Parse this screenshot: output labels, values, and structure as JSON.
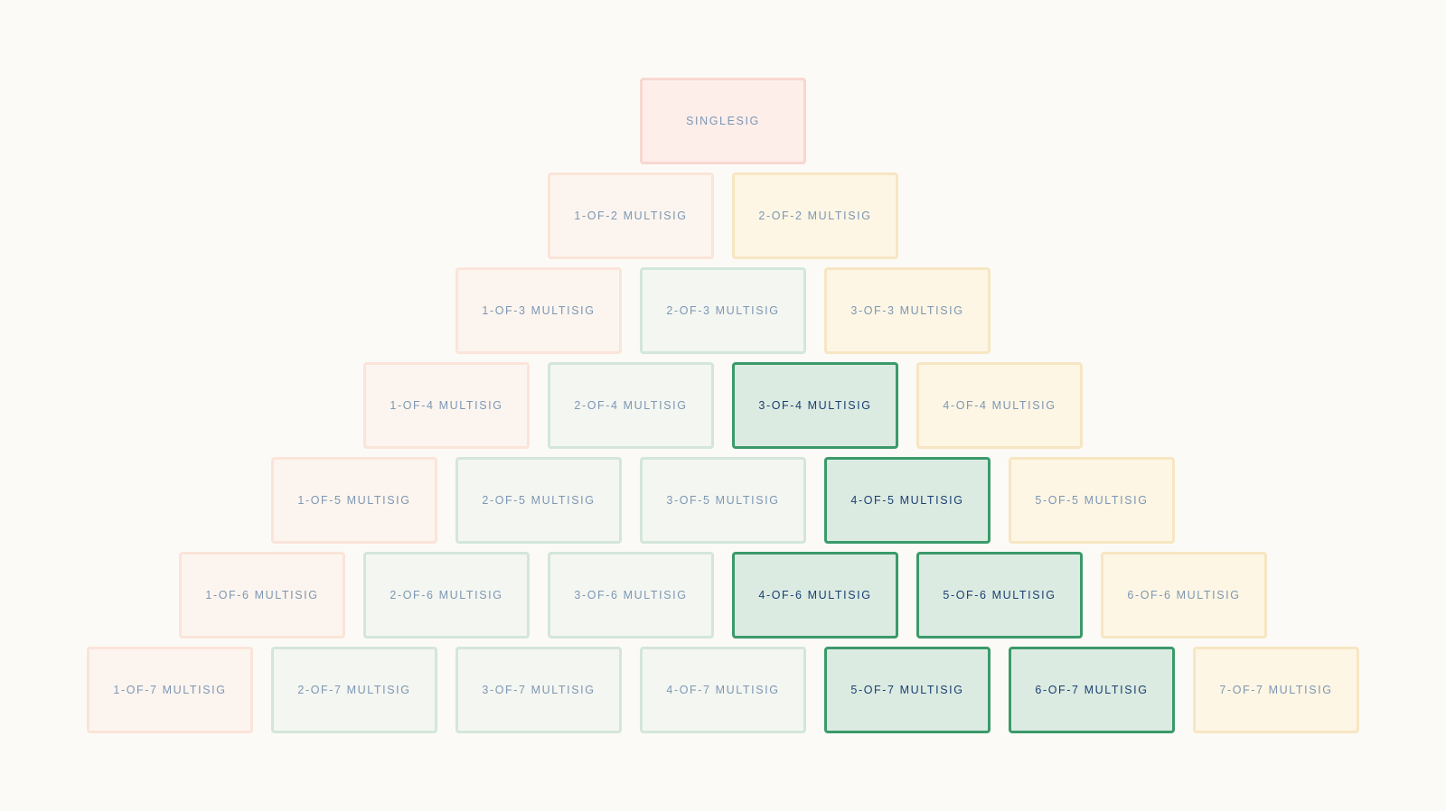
{
  "pyramid": {
    "rows": [
      {
        "cells": [
          {
            "label": "SINGLESIG",
            "tone": "single"
          }
        ]
      },
      {
        "cells": [
          {
            "label": "1-OF-2 MULTISIG",
            "tone": "low"
          },
          {
            "label": "2-OF-2 MULTISIG",
            "tone": "full"
          }
        ]
      },
      {
        "cells": [
          {
            "label": "1-OF-3 MULTISIG",
            "tone": "low"
          },
          {
            "label": "2-OF-3 MULTISIG",
            "tone": "mid"
          },
          {
            "label": "3-OF-3 MULTISIG",
            "tone": "full"
          }
        ]
      },
      {
        "cells": [
          {
            "label": "1-OF-4 MULTISIG",
            "tone": "low"
          },
          {
            "label": "2-OF-4 MULTISIG",
            "tone": "mid"
          },
          {
            "label": "3-OF-4 MULTISIG",
            "tone": "high"
          },
          {
            "label": "4-OF-4 MULTISIG",
            "tone": "full"
          }
        ]
      },
      {
        "cells": [
          {
            "label": "1-OF-5 MULTISIG",
            "tone": "low"
          },
          {
            "label": "2-OF-5 MULTISIG",
            "tone": "mid"
          },
          {
            "label": "3-OF-5 MULTISIG",
            "tone": "mid"
          },
          {
            "label": "4-OF-5 MULTISIG",
            "tone": "high"
          },
          {
            "label": "5-OF-5 MULTISIG",
            "tone": "full"
          }
        ]
      },
      {
        "cells": [
          {
            "label": "1-OF-6 MULTISIG",
            "tone": "low"
          },
          {
            "label": "2-OF-6 MULTISIG",
            "tone": "mid"
          },
          {
            "label": "3-OF-6 MULTISIG",
            "tone": "mid"
          },
          {
            "label": "4-OF-6 MULTISIG",
            "tone": "high"
          },
          {
            "label": "5-OF-6 MULTISIG",
            "tone": "high"
          },
          {
            "label": "6-OF-6 MULTISIG",
            "tone": "full"
          }
        ]
      },
      {
        "cells": [
          {
            "label": "1-OF-7 MULTISIG",
            "tone": "low"
          },
          {
            "label": "2-OF-7 MULTISIG",
            "tone": "mid"
          },
          {
            "label": "3-OF-7 MULTISIG",
            "tone": "mid"
          },
          {
            "label": "4-OF-7 MULTISIG",
            "tone": "mid"
          },
          {
            "label": "5-OF-7 MULTISIG",
            "tone": "high"
          },
          {
            "label": "6-OF-7 MULTISIG",
            "tone": "high"
          },
          {
            "label": "7-OF-7 MULTISIG",
            "tone": "full"
          }
        ]
      }
    ]
  },
  "colors": {
    "background": "#fcfaf6",
    "single": "#fdeeea",
    "low": "#fcf5ef",
    "mid": "#f4f6f1",
    "high": "#dcebe1",
    "high_border": "#3a9a6a",
    "full": "#fdf6e4",
    "label_text": "#7d97b4",
    "label_text_strong": "#1a3f73"
  }
}
